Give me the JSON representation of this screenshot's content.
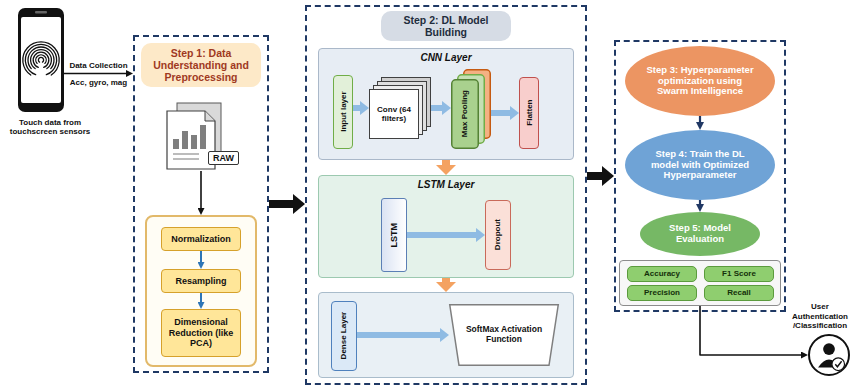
{
  "diagram": {
    "nodes": [
      {
        "text": [
          "Touch data from touchscreen sensors"
        ]
      },
      {
        "text": [
          "Step 1: Data Understanding and Preprocessing"
        ]
      },
      {
        "text": [
          "RAW"
        ],
        "in": 1
      },
      {
        "text": [],
        "in": 1
      },
      {
        "text": [
          "Normalization"
        ],
        "in": 3
      },
      {
        "text": [
          "Resampling"
        ],
        "in": 3
      },
      {
        "text": [
          "Dimensional Reduction (like PCA)"
        ],
        "in": 3
      },
      {
        "text": [
          "Step 2: DL Model Building"
        ]
      },
      {
        "text": [
          "CNN Layer"
        ],
        "in": 7
      },
      {
        "text": [
          "Input layer"
        ],
        "in": 8
      },
      {
        "text": [
          "Conv (64 filters)"
        ],
        "in": 8
      },
      {
        "text": [
          "Max Pooling"
        ],
        "in": 8
      },
      {
        "text": [
          "Flatten"
        ],
        "in": 8
      },
      {
        "text": [
          "LSTM Layer"
        ],
        "in": 7
      },
      {
        "text": [
          "LSTM"
        ],
        "in": 13
      },
      {
        "text": [
          "Dropout"
        ],
        "in": 13
      },
      {
        "text": [],
        "in": 7
      },
      {
        "text": [
          "Dense Layer"
        ],
        "in": 16
      },
      {
        "text": [
          "SoftMax Activation Function"
        ],
        "in": 16
      },
      {
        "text": []
      },
      {
        "text": [
          "Step 3: Hyperparameter optimization using Swarm Intelligence"
        ],
        "in": 19
      },
      {
        "text": [
          "Step 4: Train the DL model with Optimized Hyperparameter"
        ],
        "in": 19
      },
      {
        "text": [
          "Step 5: Model Evaluation"
        ],
        "in": 19
      },
      {
        "text": [],
        "in": 19
      },
      {
        "text": [
          "Accuracy"
        ],
        "in": 23
      },
      {
        "text": [
          "F1 Score"
        ],
        "in": 23
      },
      {
        "text": [
          "Precision"
        ],
        "in": 23
      },
      {
        "text": [
          "Recall"
        ],
        "in": 23
      },
      {
        "text": [
          "User Authentication /Classification"
        ]
      }
    ],
    "edges": [
      {
        "from": 0,
        "to": 1,
        "arrow": "to",
        "label": "Data Collection"
      },
      {
        "from": 2,
        "to": 3,
        "arrow": "to"
      },
      {
        "from": 4,
        "to": 5,
        "arrow": "to"
      },
      {
        "from": 5,
        "to": 6,
        "arrow": "to"
      },
      {
        "from": 1,
        "to": 7,
        "arrow": "to"
      },
      {
        "from": 8,
        "to": 13,
        "arrow": "to"
      },
      {
        "from": 13,
        "to": 16,
        "arrow": "to"
      },
      {
        "from": 9,
        "to": 10,
        "arrow": "to"
      },
      {
        "from": 10,
        "to": 11,
        "arrow": "to"
      },
      {
        "from": 11,
        "to": 12,
        "arrow": "to"
      },
      {
        "from": 14,
        "to": 15,
        "arrow": "to"
      },
      {
        "from": 17,
        "to": 18,
        "arrow": "to"
      },
      {
        "from": 7,
        "to": 19,
        "arrow": "to"
      },
      {
        "from": 20,
        "to": 21,
        "arrow": "to"
      },
      {
        "from": 21,
        "to": 22,
        "arrow": "to"
      },
      {
        "from": 23,
        "to": 28,
        "arrow": "to"
      }
    ],
    "labels": [
      "Acc, gyro, mag"
    ]
  }
}
